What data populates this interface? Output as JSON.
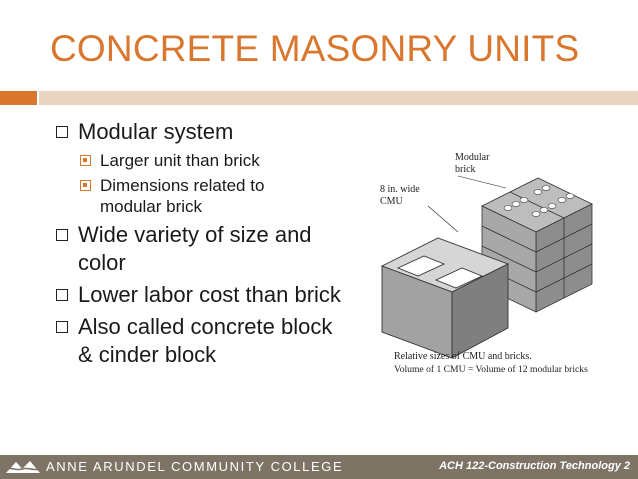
{
  "slide": {
    "title": "CONCRETE MASONRY UNITS",
    "bullets": {
      "modular": "Modular system",
      "larger": "Larger unit than brick",
      "dimensions_1": "Dimensions related to",
      "dimensions_2": "modular brick",
      "variety_1": "Wide variety of size and",
      "variety_2": "color",
      "labor": "Lower labor cost than brick",
      "also_1": "Also called concrete block",
      "also_2": "& cinder block"
    }
  },
  "figure": {
    "label_brick_1": "Modular",
    "label_brick_2": "brick",
    "label_cmu_1": "8 in. wide",
    "label_cmu_2": "CMU",
    "caption_1": "Relative sizes of CMU and bricks.",
    "caption_2": "Volume of 1 CMU = Volume of 12 modular bricks"
  },
  "footer": {
    "college": "ANNE ARUNDEL COMMUNITY COLLEGE",
    "course": "ACH 122-Construction Technology 2"
  },
  "colors": {
    "accent": "#d9772f",
    "accent_light": "#e9d5bf",
    "footer_bg": "#7d7466"
  }
}
